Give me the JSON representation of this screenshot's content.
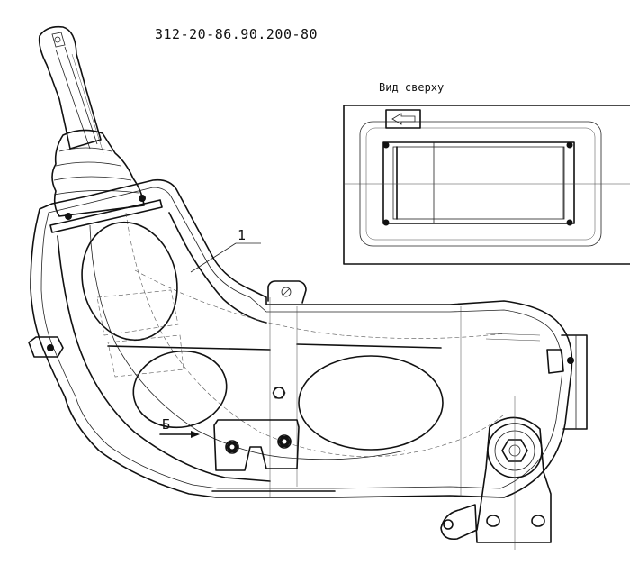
{
  "drawing": {
    "part_number": "312-20-86.90.200-80",
    "view_label": "Вид сверху",
    "callout_1": "1",
    "arrow_label": "Б"
  }
}
